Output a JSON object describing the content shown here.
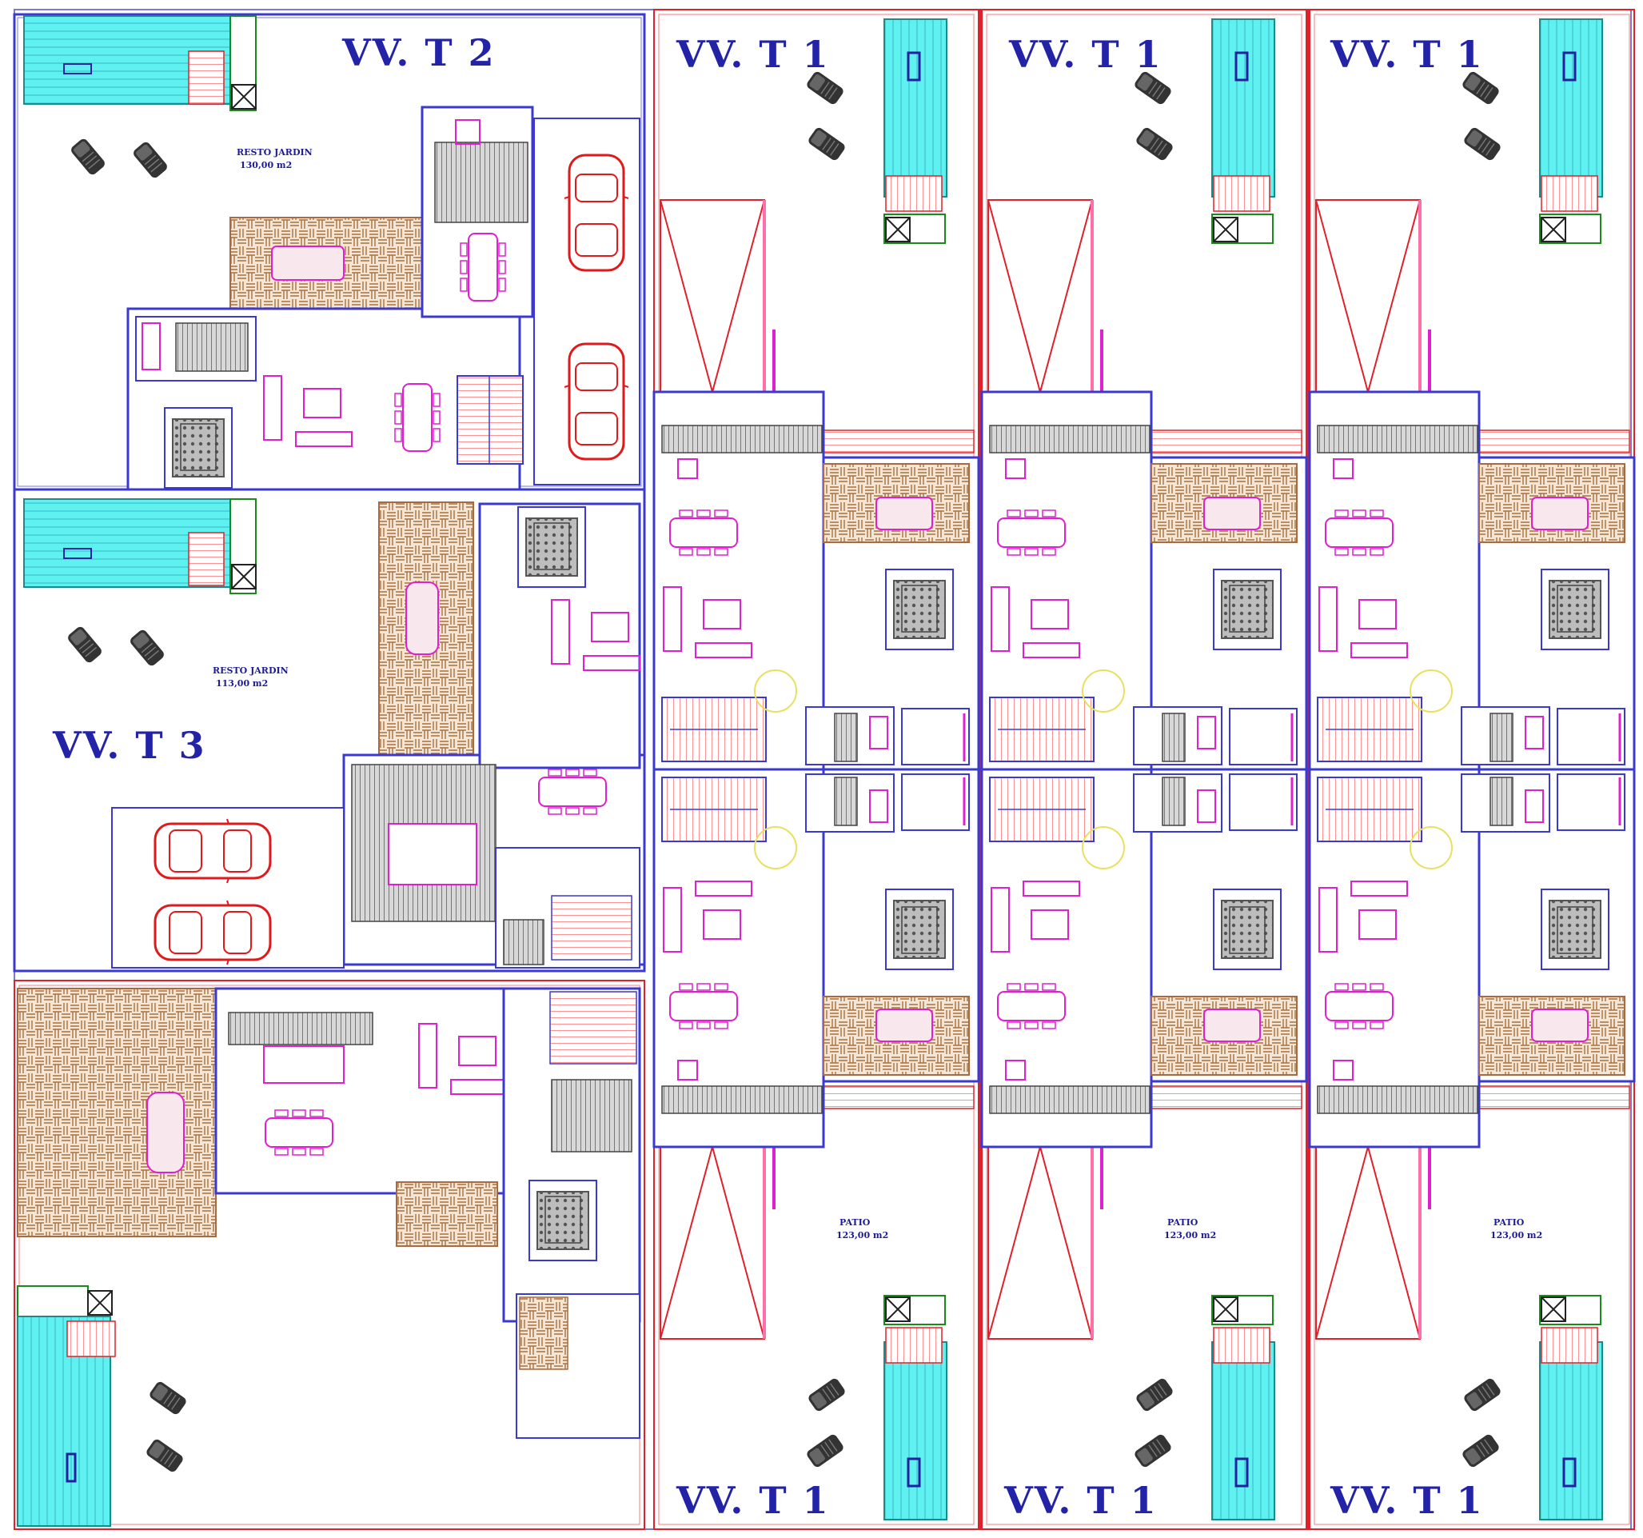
{
  "plan": {
    "units": [
      {
        "id": "t2",
        "title": "VV. T 2"
      },
      {
        "id": "t3",
        "title": "VV. T 3"
      },
      {
        "id": "t1_top_a",
        "title": "VV. T 1"
      },
      {
        "id": "t1_top_b",
        "title": "VV. T 1"
      },
      {
        "id": "t1_top_c",
        "title": "VV. T 1"
      },
      {
        "id": "t1_bot_a",
        "title": "VV. T 1"
      },
      {
        "id": "t1_bot_b",
        "title": "VV. T 1"
      },
      {
        "id": "t1_bot_c",
        "title": "VV. T 1"
      }
    ],
    "area_labels": {
      "resto_jardin_t2": [
        "RESTO JARDIN",
        "130,00 m2"
      ],
      "resto_jardin_t3": [
        "RESTO JARDIN",
        "113,00 m2"
      ],
      "patio_t1_bot_a": [
        "PATIO",
        "123,00 m2"
      ],
      "patio_t1_bot_b": [
        "PATIO",
        "123,00 m2"
      ],
      "patio_t1_bot_c": [
        "PATIO",
        "123,00 m2"
      ]
    },
    "colors": {
      "walls": "#3a3ad0",
      "lot_border": "#e0202a",
      "furniture": "#e020d0",
      "pool": "#5ff0f0",
      "cars": "#e01a1a",
      "deck": "#a86a40",
      "grey_hatch": "#8a8a8a"
    }
  }
}
